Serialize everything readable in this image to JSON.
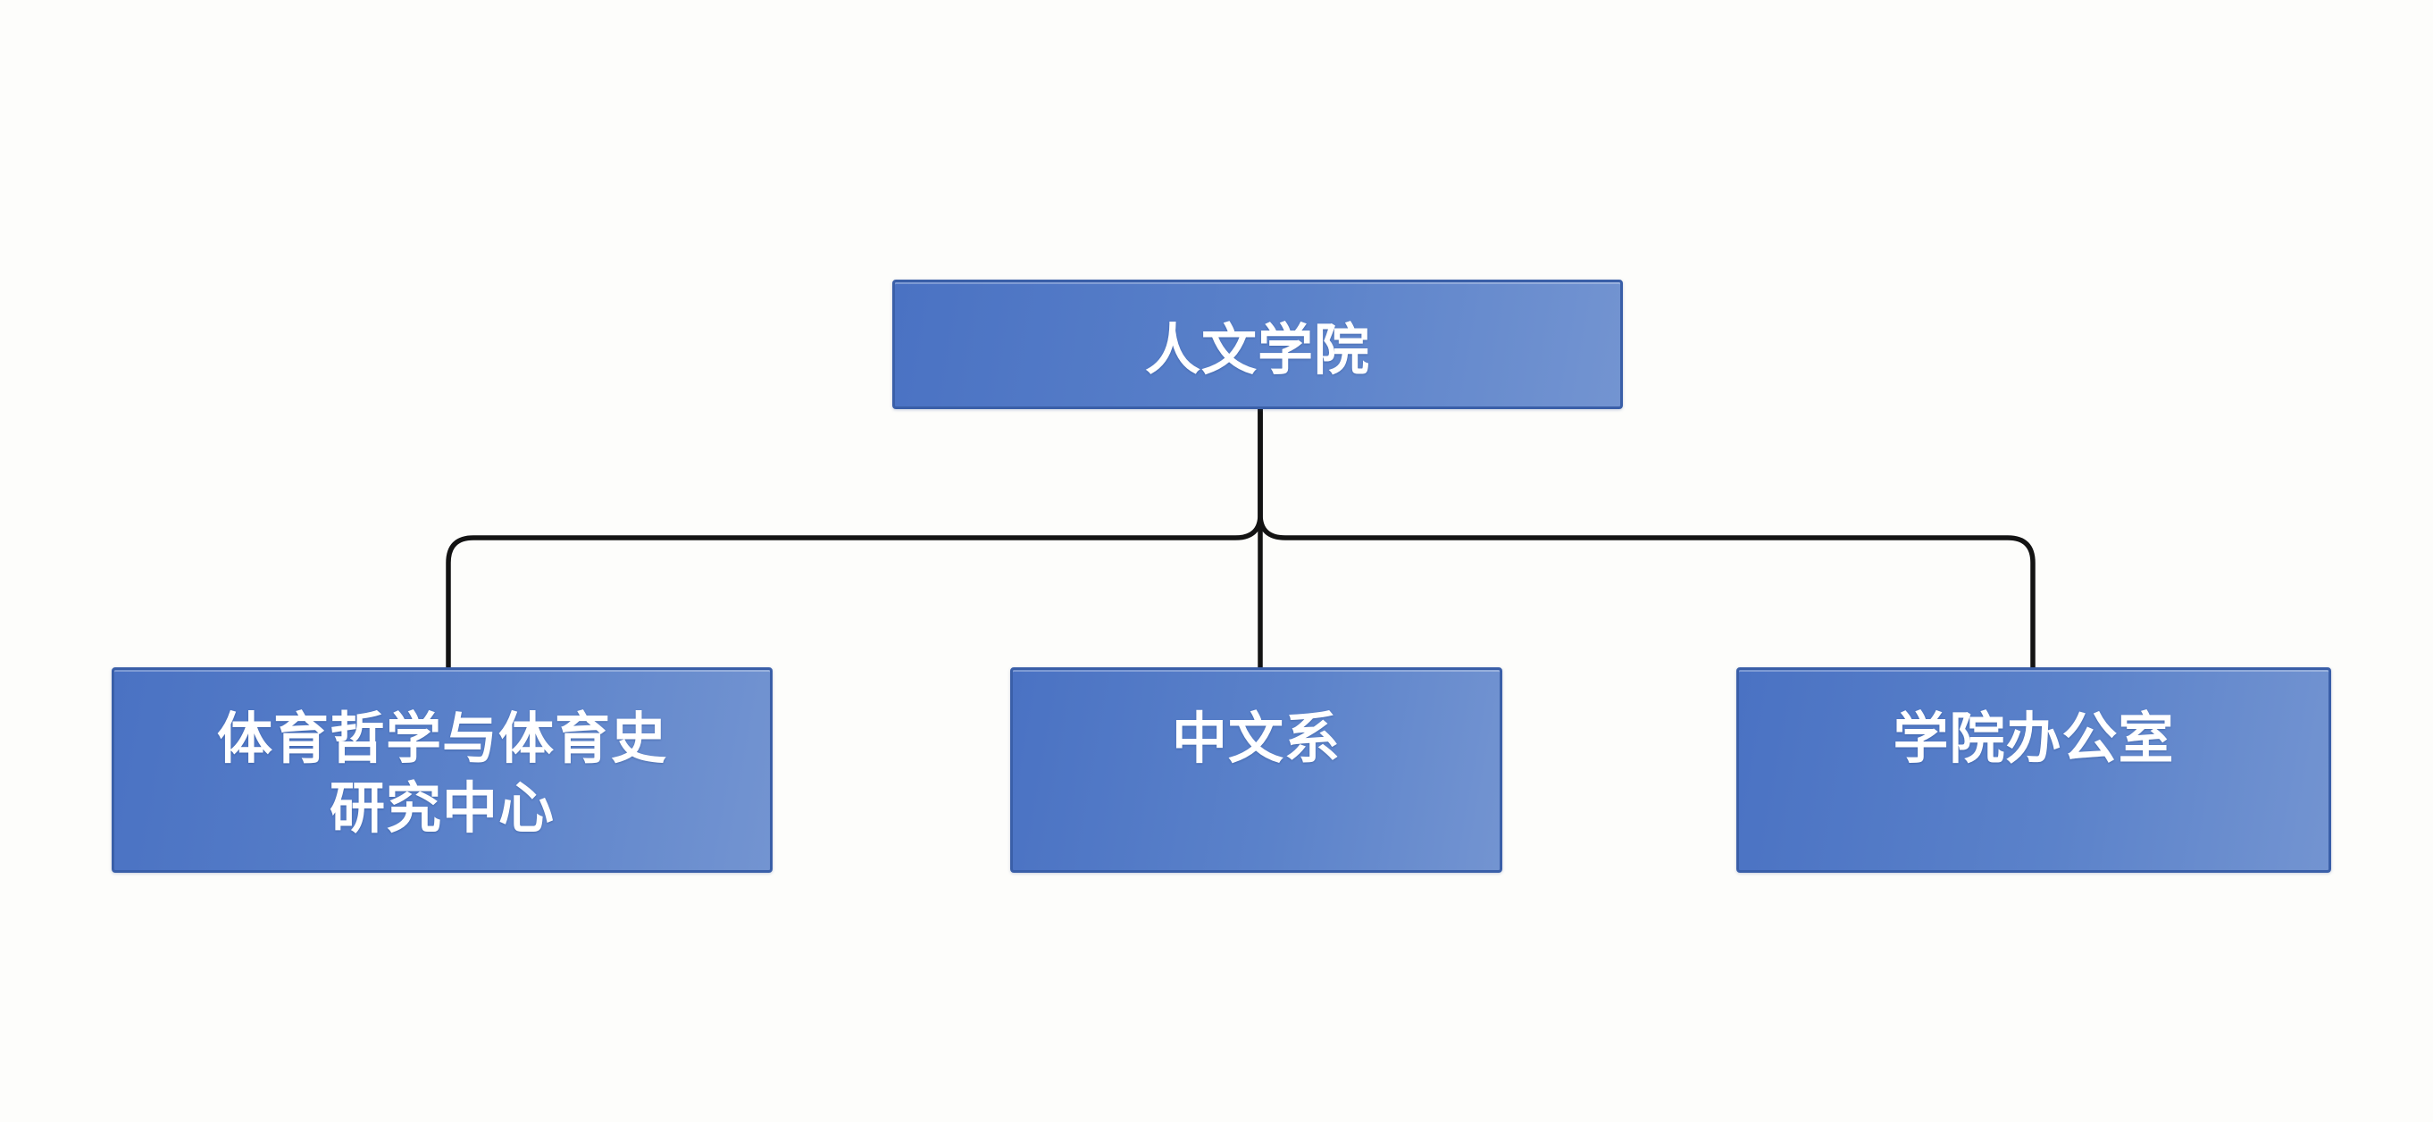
{
  "nodes": {
    "root": {
      "label": "人文学院"
    },
    "children": [
      {
        "label": "体育哲学与体育史研究中心",
        "lines": [
          "体育哲学与体育史",
          "研究中心"
        ]
      },
      {
        "label": "中文系",
        "lines": [
          "中文系"
        ]
      },
      {
        "label": "学院办公室",
        "lines": [
          "学院办公室"
        ]
      }
    ]
  },
  "colors": {
    "background": "#fdfdfb",
    "node_fill_dark": "#4a72c3",
    "node_fill_light": "#7394d1",
    "node_border": "#3a5fa8",
    "node_text": "#ffffff",
    "connector": "#131313"
  }
}
